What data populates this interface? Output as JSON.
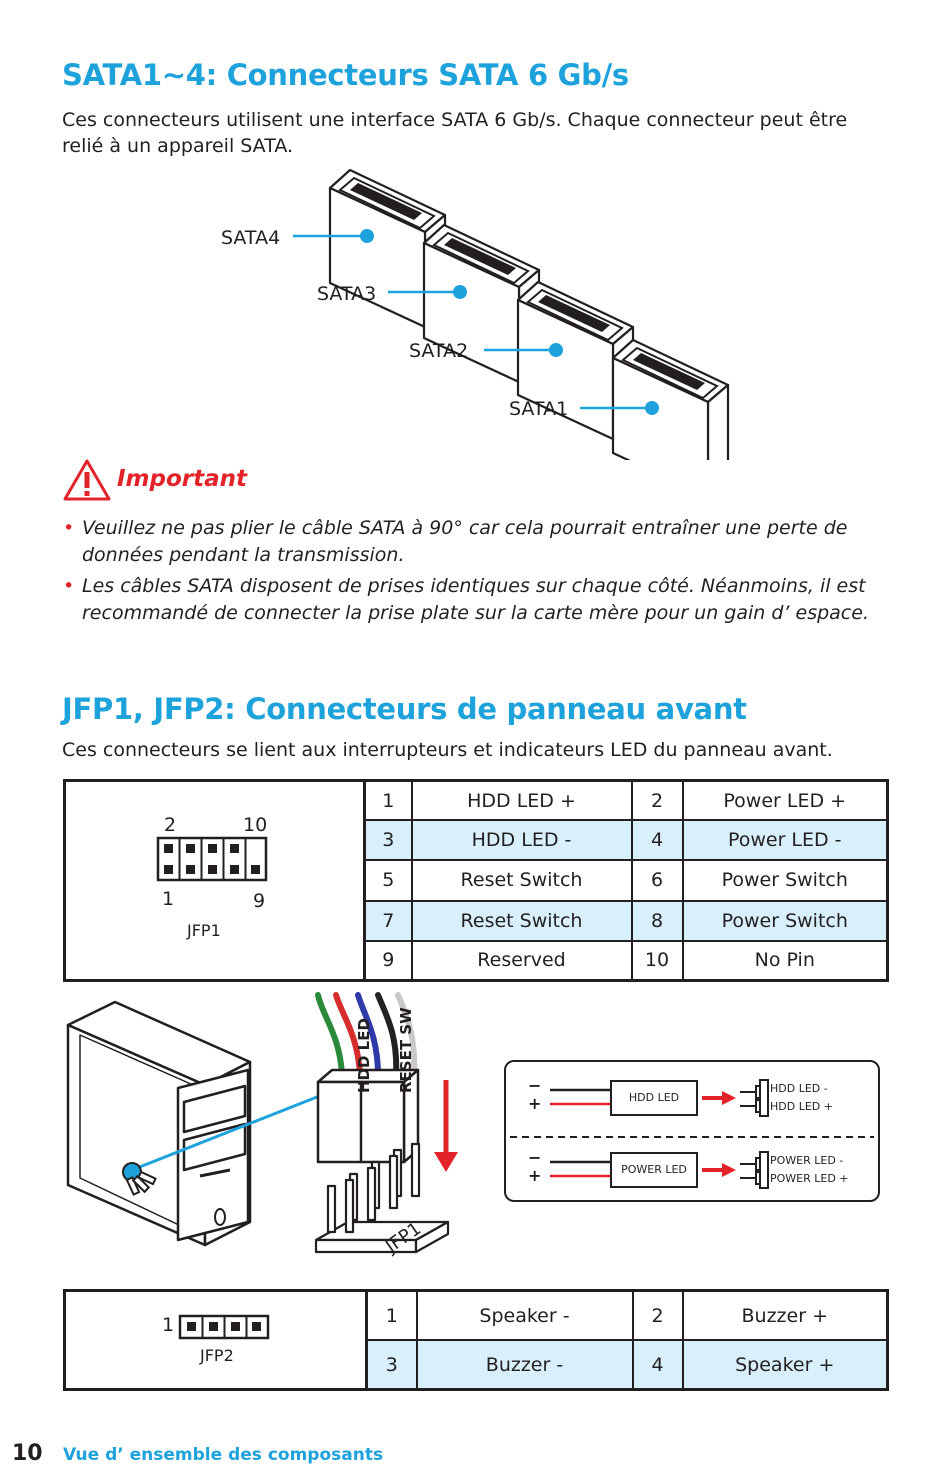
{
  "sata": {
    "title": "SATA1~4: Connecteurs SATA 6 Gb/s",
    "description": "Ces connecteurs utilisent une interface SATA 6 Gb/s. Chaque connecteur peut être relié à un appareil SATA.",
    "labels": [
      "SATA4",
      "SATA3",
      "SATA2",
      "SATA1"
    ]
  },
  "important": {
    "title": "Important",
    "items": [
      "Veuillez ne pas plier le câble SATA à 90° car cela pourrait entraîner une perte de données pendant la transmission.",
      "Les câbles SATA disposent de prises identiques sur chaque côté. Néanmoins, il est recommandé de connecter la prise plate sur la carte mère pour un gain d’ espace."
    ]
  },
  "jfp": {
    "title": "JFP1, JFP2: Connecteurs de panneau avant",
    "description": "Ces connecteurs se lient aux interrupteurs et indicateurs LED du panneau avant.",
    "jfp1_diagram": {
      "top_left": "2",
      "top_right": "10",
      "bottom_left": "1",
      "bottom_right": "9",
      "name": "JFP1"
    },
    "jfp1_rows": [
      {
        "p1": "1",
        "n1": "HDD LED +",
        "p2": "2",
        "n2": "Power LED +"
      },
      {
        "p1": "3",
        "n1": "HDD LED -",
        "p2": "4",
        "n2": "Power LED -"
      },
      {
        "p1": "5",
        "n1": "Reset Switch",
        "p2": "6",
        "n2": "Power Switch"
      },
      {
        "p1": "7",
        "n1": "Reset Switch",
        "p2": "8",
        "n2": "Power Switch"
      },
      {
        "p1": "9",
        "n1": "Reserved",
        "p2": "10",
        "n2": "No Pin"
      }
    ],
    "illustration": {
      "plug_labels": [
        "HDD LED",
        "RESET SW"
      ],
      "header_label": "JFP1",
      "hdd_led": "HDD LED",
      "power_led": "POWER LED",
      "hdd_minus": "HDD LED -",
      "hdd_plus": "HDD LED +",
      "power_minus": "POWER LED -",
      "power_plus": "POWER LED +",
      "minus": "−",
      "plus": "+"
    },
    "jfp2_diagram": {
      "pin_label": "1",
      "name": "JFP2"
    },
    "jfp2_rows": [
      {
        "p1": "1",
        "n1": "Speaker -",
        "p2": "2",
        "n2": "Buzzer +"
      },
      {
        "p1": "3",
        "n1": "Buzzer -",
        "p2": "4",
        "n2": "Speaker +"
      }
    ]
  },
  "footer": {
    "page_number": "10",
    "section": "Vue d’ ensemble des composants"
  },
  "colors": {
    "accent": "#1ea2dc",
    "warning": "#e2232a",
    "row_highlight": "#d8f0fb"
  }
}
